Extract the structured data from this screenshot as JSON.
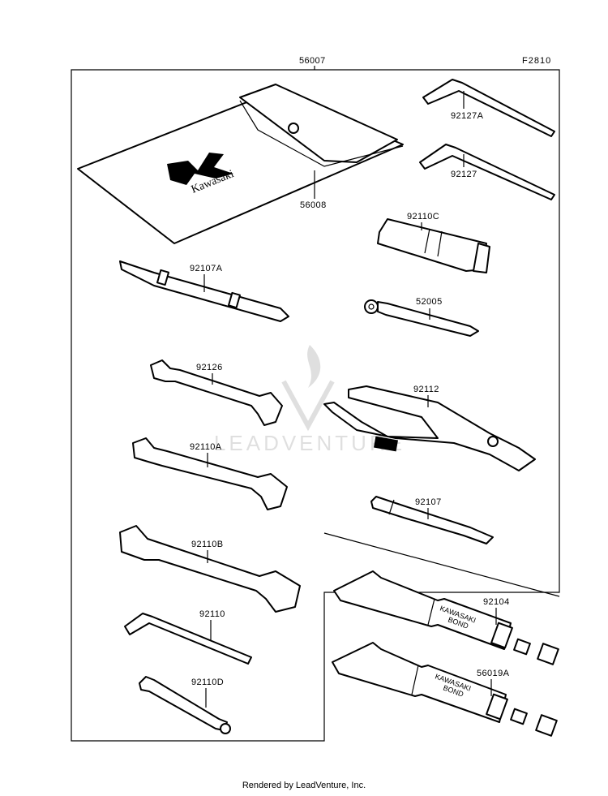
{
  "diagram": {
    "ref_code": "F2810",
    "parts": {
      "p56007": "56007",
      "p56008": "56008",
      "p92127A": "92127A",
      "p92127": "92127",
      "p92110C": "92110C",
      "p52005": "52005",
      "p92107A": "92107A",
      "p92126": "92126",
      "p92112": "92112",
      "p92110A": "92110A",
      "p92107": "92107",
      "p92110B": "92110B",
      "p92104": "92104",
      "p92110": "92110",
      "p56019A": "56019A",
      "p92110D": "92110D"
    },
    "brand_logo": "Kawasaki",
    "tube_print": [
      "KAWASAKI",
      "BOND"
    ]
  },
  "watermark": {
    "text": "LEADVENTURE",
    "icon": "flame-icon"
  },
  "footer": {
    "text": "Rendered by LeadVenture, Inc."
  }
}
